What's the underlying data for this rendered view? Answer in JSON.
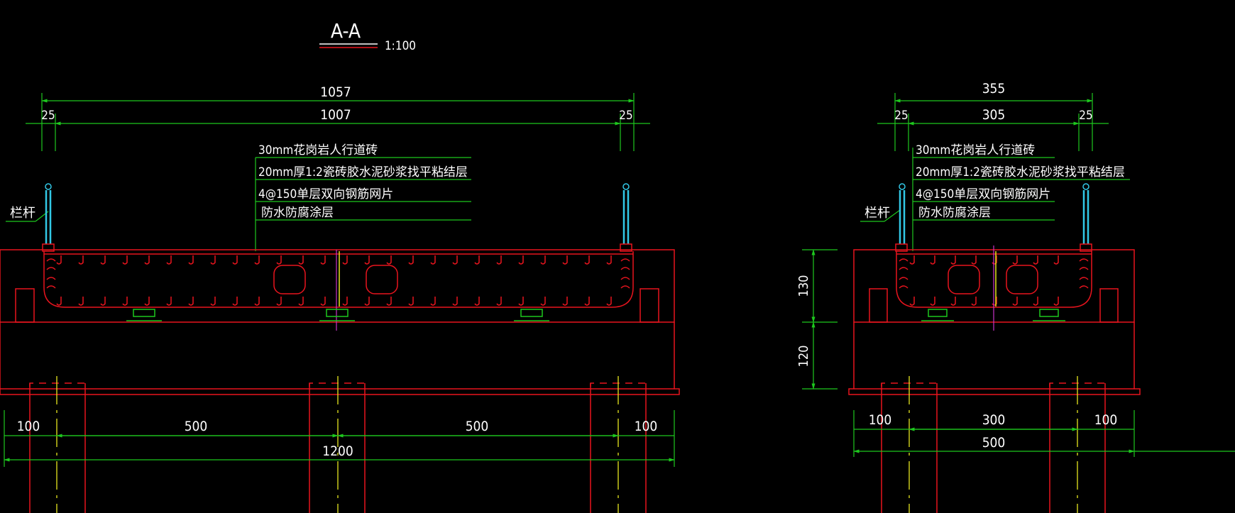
{
  "section": {
    "title": "A-A",
    "scale": "1:100"
  },
  "left": {
    "top_overall": "1057",
    "top_inner": "1007",
    "top_edge_left": "25",
    "top_edge_right": "25",
    "layers": [
      "30mm花岗岩人行道砖",
      "20mm厚1:2瓷砖胶水泥砂浆找平粘结层",
      "4@150单层双向钢筋网片",
      "防水防腐涂层"
    ],
    "railing": "栏杆",
    "bottom_left": "100",
    "bottom_mid1": "500",
    "bottom_mid2": "500",
    "bottom_right": "100",
    "bottom_total": "1200"
  },
  "right": {
    "top_overall": "355",
    "top_inner": "305",
    "top_edge_left": "25",
    "top_edge_right": "25",
    "layers": [
      "30mm花岗岩人行道砖",
      "20mm厚1:2瓷砖胶水泥砂浆找平粘结层",
      "4@150单层双向钢筋网片",
      "防水防腐涂层"
    ],
    "railing": "栏杆",
    "height_upper": "130",
    "height_lower": "120",
    "bottom_left": "100",
    "bottom_mid": "300",
    "bottom_right": "100",
    "bottom_total": "500"
  },
  "colors": {
    "structure": "#e8141e",
    "dimension": "#1ec81e",
    "axis": "#e6e61e",
    "railing": "#32c8e6",
    "text": "#ffffff",
    "center": "#c832c8"
  }
}
